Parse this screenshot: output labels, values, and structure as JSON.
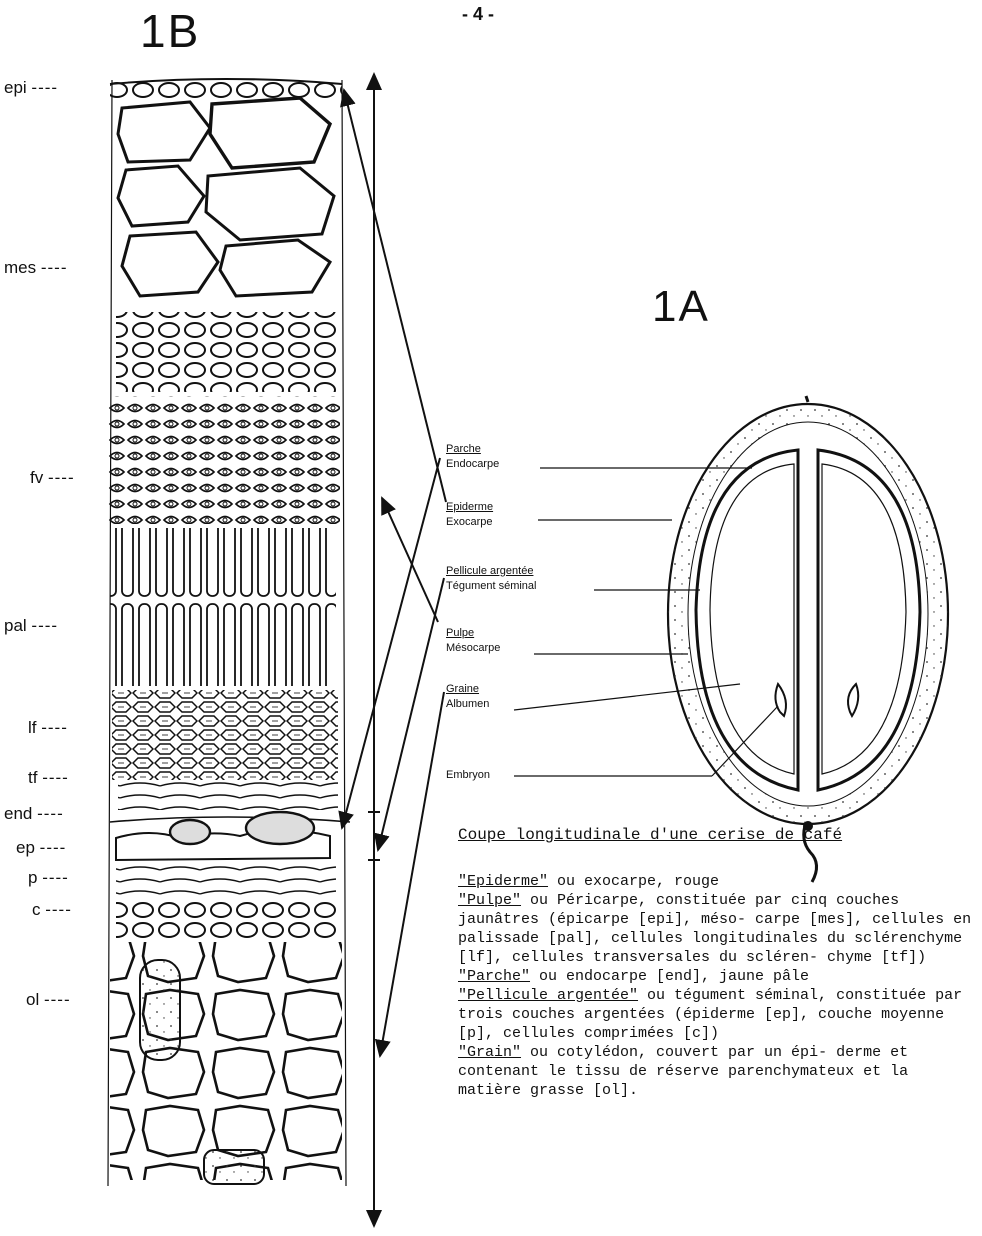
{
  "page_number": "- 4 -",
  "figure_1b_title": "1B",
  "figure_1a_title": "1A",
  "layer_labels": [
    {
      "abbr": "epi",
      "dashes": "----"
    },
    {
      "abbr": "mes",
      "dashes": "----"
    },
    {
      "abbr": "fv",
      "dashes": "----"
    },
    {
      "abbr": "pal",
      "dashes": "----"
    },
    {
      "abbr": "lf",
      "dashes": "----"
    },
    {
      "abbr": "tf",
      "dashes": "----"
    },
    {
      "abbr": "end",
      "dashes": "----"
    },
    {
      "abbr": "ep",
      "dashes": "----"
    },
    {
      "abbr": "p",
      "dashes": "----"
    },
    {
      "abbr": "c",
      "dashes": "----"
    },
    {
      "abbr": "ol",
      "dashes": "----"
    }
  ],
  "legend": [
    {
      "main": "Parche",
      "sub": "Endocarpe"
    },
    {
      "main": "Epiderme",
      "sub": "Exocarpe"
    },
    {
      "main": "Pellicule argentée",
      "sub": "Tégument séminal"
    },
    {
      "main": "Pulpe",
      "sub": "Mésocarpe"
    },
    {
      "main": "Graine",
      "sub": "Albumen"
    },
    {
      "main": "",
      "sub": "Embryon"
    }
  ],
  "caption": "Coupe longitudinale d'une cerise de café",
  "description": [
    {
      "term": "\"Epiderme\"",
      "text": " ou exocarpe, rouge"
    },
    {
      "term": "\"Pulpe\"",
      "text": " ou Péricarpe, constituée par cinq couches jaunâtres (épicarpe [epi], méso- carpe [mes], cellules en palissade [pal], cellules longitudinales du sclérenchyme [lf], cellules transversales du scléren- chyme [tf])"
    },
    {
      "term": "\"Parche\"",
      "text": " ou endocarpe [end], jaune pâle"
    },
    {
      "term": "\"Pellicule argentée\"",
      "text": " ou tégument séminal, constituée par trois couches argentées (épiderme [ep], couche moyenne [p], cellules comprimées [c])"
    },
    {
      "term": "\"Grain\"",
      "text": " ou cotylédon, couvert par un épi- derme et contenant le tissu de réserve parenchymateux et la matière grasse [ol]."
    }
  ]
}
